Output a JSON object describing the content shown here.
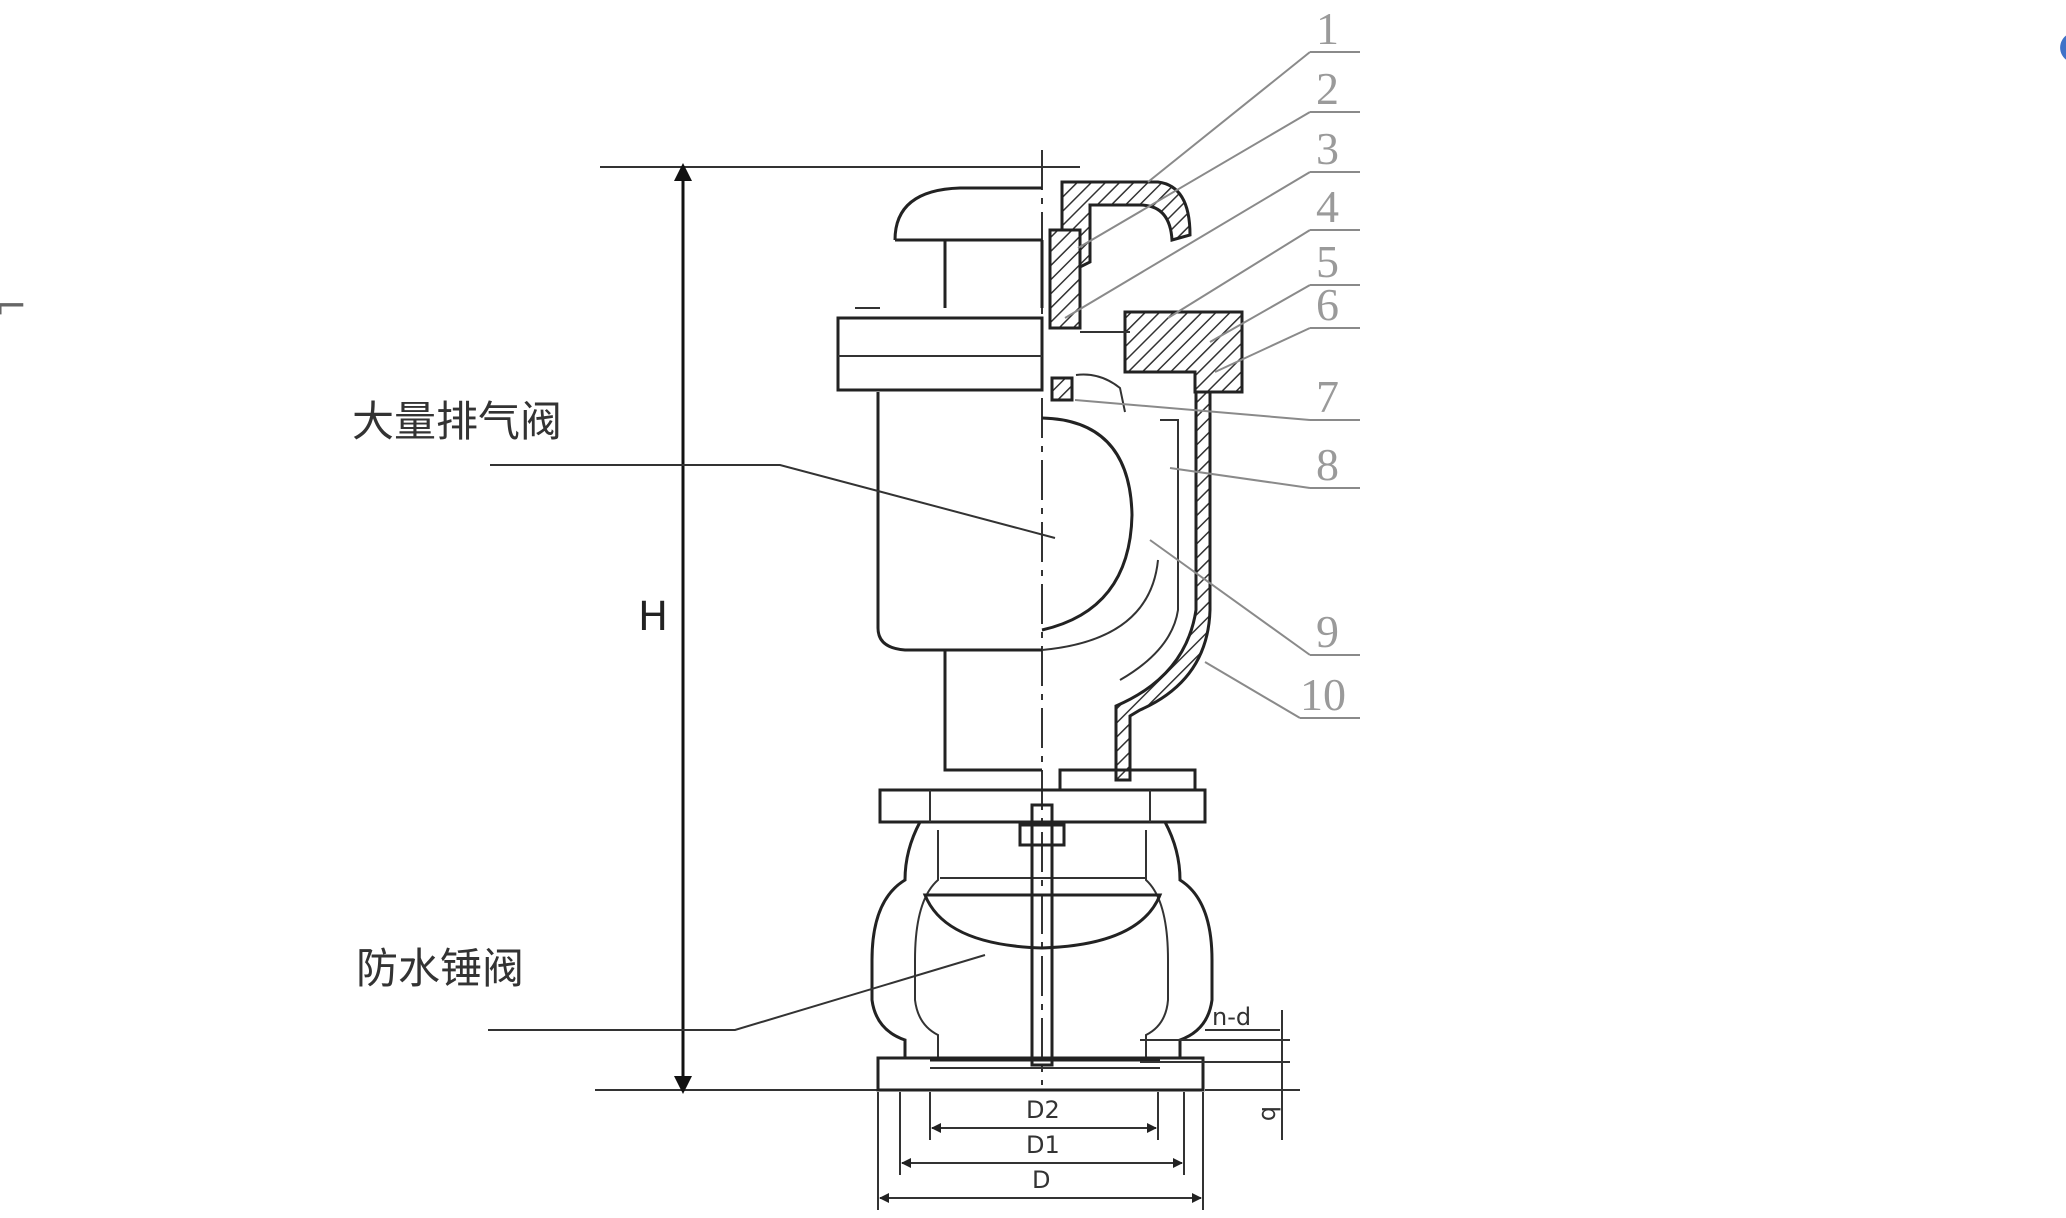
{
  "labels": {
    "large_exhaust_valve": "大量排气阀",
    "anti_water_hammer_valve": "防水锤阀"
  },
  "dimensions": {
    "height": "H",
    "d2": "D2",
    "d1": "D1",
    "d": "D",
    "bolt_holes": "n-d",
    "flange_thickness": "b"
  },
  "part_numbers": [
    "1",
    "2",
    "3",
    "4",
    "5",
    "6",
    "7",
    "8",
    "9",
    "10"
  ],
  "colors": {
    "line": "#222222",
    "callout": "#8a8a8a",
    "edge_accent": "#3f72c8"
  }
}
